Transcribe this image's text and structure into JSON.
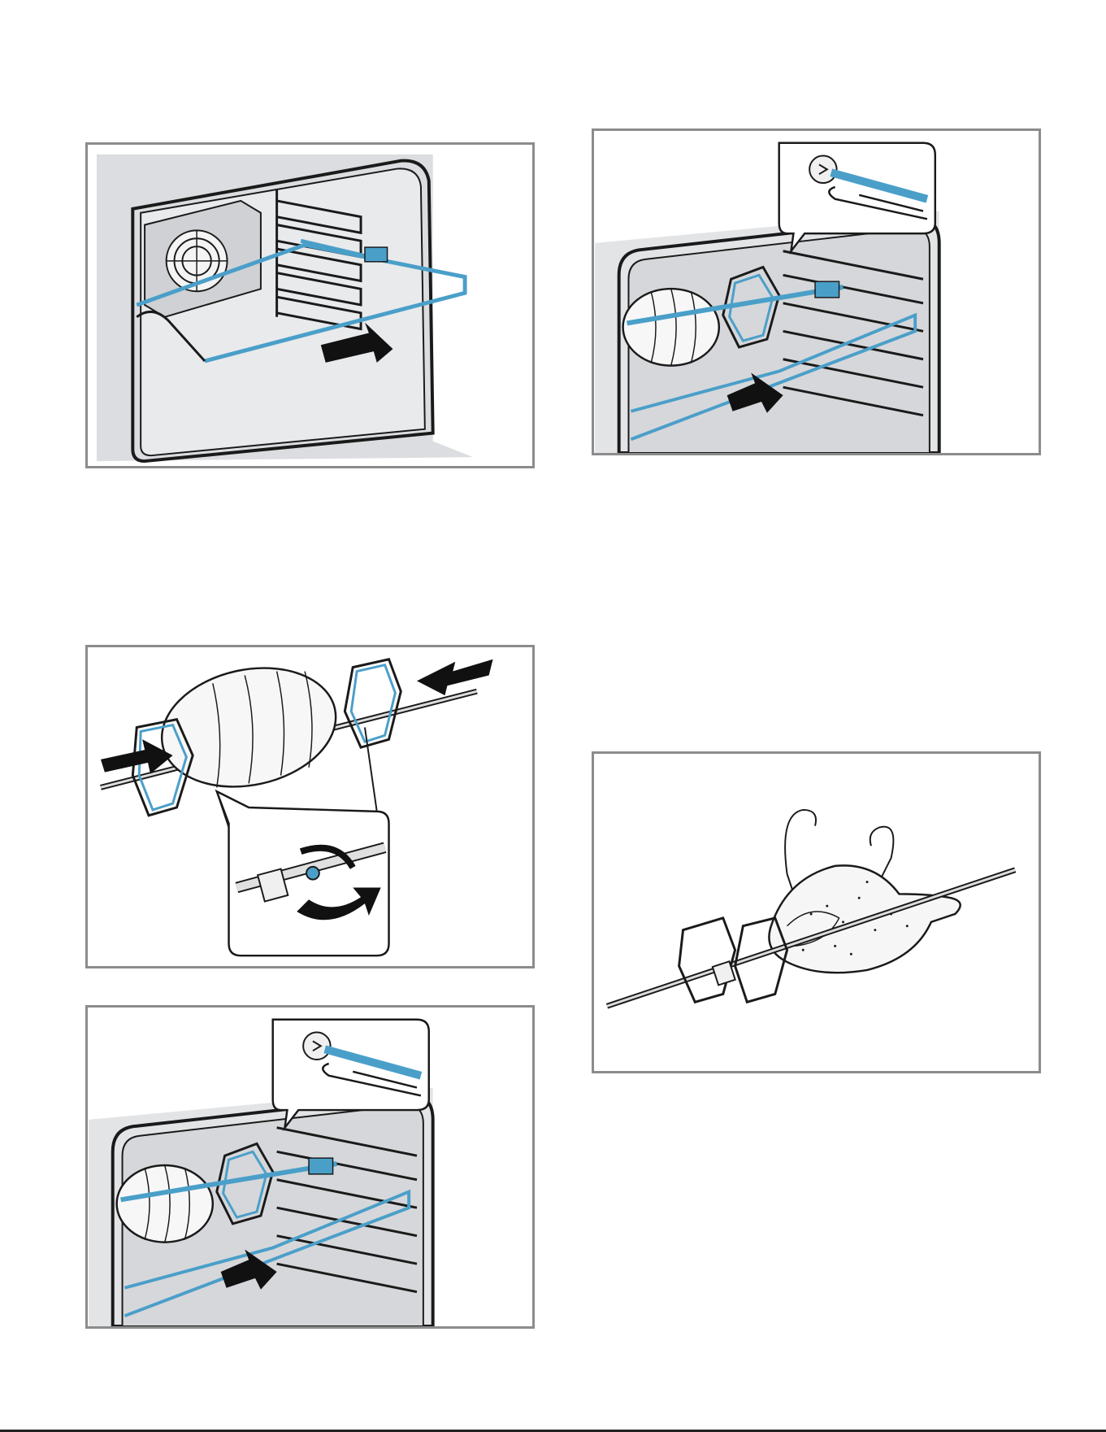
{
  "page": {
    "illustrations": [
      {
        "id": "p1",
        "icon": "oven-insert-rack-illustration"
      },
      {
        "id": "p2",
        "icon": "oven-insert-rotisserie-roast-illustration"
      },
      {
        "id": "p3",
        "icon": "rotisserie-fasten-forks-illustration"
      },
      {
        "id": "p4",
        "icon": "rotisserie-poultry-illustration"
      },
      {
        "id": "p5",
        "icon": "oven-insert-rotisserie-roast-illustration"
      }
    ],
    "colors": {
      "frame": "#8c8c8c",
      "accent_blue": "#4a9fc9",
      "oven_gray": "#d9dadc",
      "line": "#1a1a1a"
    }
  }
}
